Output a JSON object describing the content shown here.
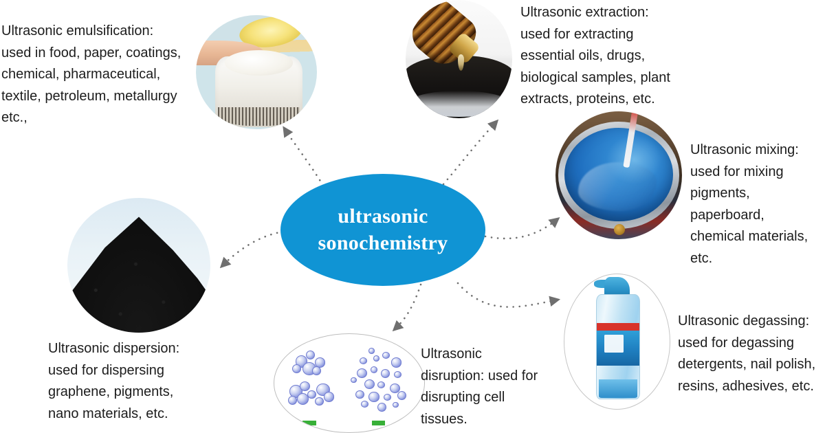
{
  "diagram": {
    "center": {
      "line1": "ultrasonic",
      "line2": "sonochemistry",
      "fill_color": "#1094d4",
      "text_color": "#ffffff"
    },
    "background_color": "#ffffff",
    "connector_color": "#6f6f6f",
    "nodes": [
      {
        "id": "emulsification",
        "label": "Ultrasonic emulsification:\nused in food, paper, coatings,\nchemical, pharmaceutical,\ntextile, petroleum, metallurgy\netc.,",
        "image_name": "cream-jar-photo",
        "image_description": "finger dipping into a white cosmetic cream jar with a lemon slice behind"
      },
      {
        "id": "extraction",
        "label": "Ultrasonic extraction:\nused for extracting\nessential oils, drugs,\nbiological samples, plant\nextracts, proteins, etc.",
        "image_name": "oil-extraction-photo",
        "image_description": "amber glass bottle pouring dark extract into a shallow dish"
      },
      {
        "id": "mixing",
        "label": "Ultrasonic mixing:\nused for mixing\npigments,\npaperboard,\nchemical materials,\netc.",
        "image_name": "blue-paint-mixing-photo",
        "image_description": "blue pigment paste being mixed in a stainless steel bowl with a probe"
      },
      {
        "id": "degassing",
        "label": "Ultrasonic degassing:\nused for degassing\ndetergents, nail polish,\nresins, adhesives, etc.",
        "image_name": "detergent-bottle-photo",
        "image_description": "large blue-labelled detergent pump bottle"
      },
      {
        "id": "disruption",
        "label": "Ultrasonic\ndisruption: used for\ndisrupting cell\ntissues.",
        "image_name": "cell-bubbles-photo",
        "image_description": "blue spherical particle clusters before and after disruption"
      },
      {
        "id": "dispersion",
        "label": "Ultrasonic dispersion:\nused for dispersing\ngraphene, pigments,\nnano materials, etc.",
        "image_name": "black-powder-photo",
        "image_description": "cone-shaped pile of black graphene / pigment powder"
      }
    ]
  }
}
